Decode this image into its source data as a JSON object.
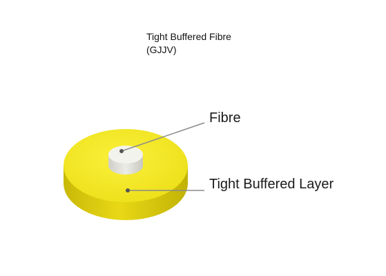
{
  "title": {
    "line1": "Tight Buffered Fibre",
    "line2": "(GJJV)"
  },
  "labels": {
    "fibre": "Fibre",
    "buffer": "Tight Buffered Layer"
  },
  "colors": {
    "buffer_top": "#f2e61c",
    "buffer_side": "#d9c90f",
    "fibre_top": "#f1f1ec",
    "fibre_side": "#d6d6cf",
    "leader_line": "#8a8a8a"
  }
}
